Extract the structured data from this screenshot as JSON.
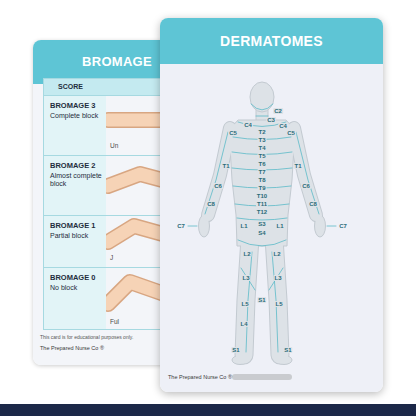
{
  "diagram": {
    "nodes": [
      {
        "text": [
          "BROMAGE"
        ]
      },
      {
        "text": [
          "SCORE"
        ],
        "in": 0
      },
      {
        "text": [
          "BROMAGE 3",
          "Complete block"
        ],
        "in": 1
      },
      {
        "text": [
          "BROMAGE 2",
          "Almost complete block"
        ],
        "in": 1
      },
      {
        "text": [
          "BROMAGE 1",
          "Partial block"
        ],
        "in": 1
      },
      {
        "text": [
          "BROMAGE 0",
          "No block"
        ],
        "in": 1
      },
      {
        "text": [
          "DERMATOMES"
        ]
      }
    ],
    "labels": [
      "C2",
      "C3",
      "C4",
      "C4",
      "C5",
      "C5",
      "T2",
      "T3",
      "T4",
      "T5",
      "T6",
      "T7",
      "T8",
      "T9",
      "T10",
      "T11",
      "T12",
      "T1",
      "T1",
      "C6",
      "C6",
      "C8",
      "C8",
      "C7",
      "C7",
      "L1",
      "L1",
      "S3",
      "S4",
      "L2",
      "L2",
      "L3",
      "L3",
      "L5",
      "S1",
      "L5",
      "L4",
      "S1",
      "S1",
      "Un",
      "J",
      "Ful",
      "This card is for educational purposes only.",
      "The Prepared Nurse Co ®",
      "The Prepared Nurse Co ®"
    ]
  }
}
